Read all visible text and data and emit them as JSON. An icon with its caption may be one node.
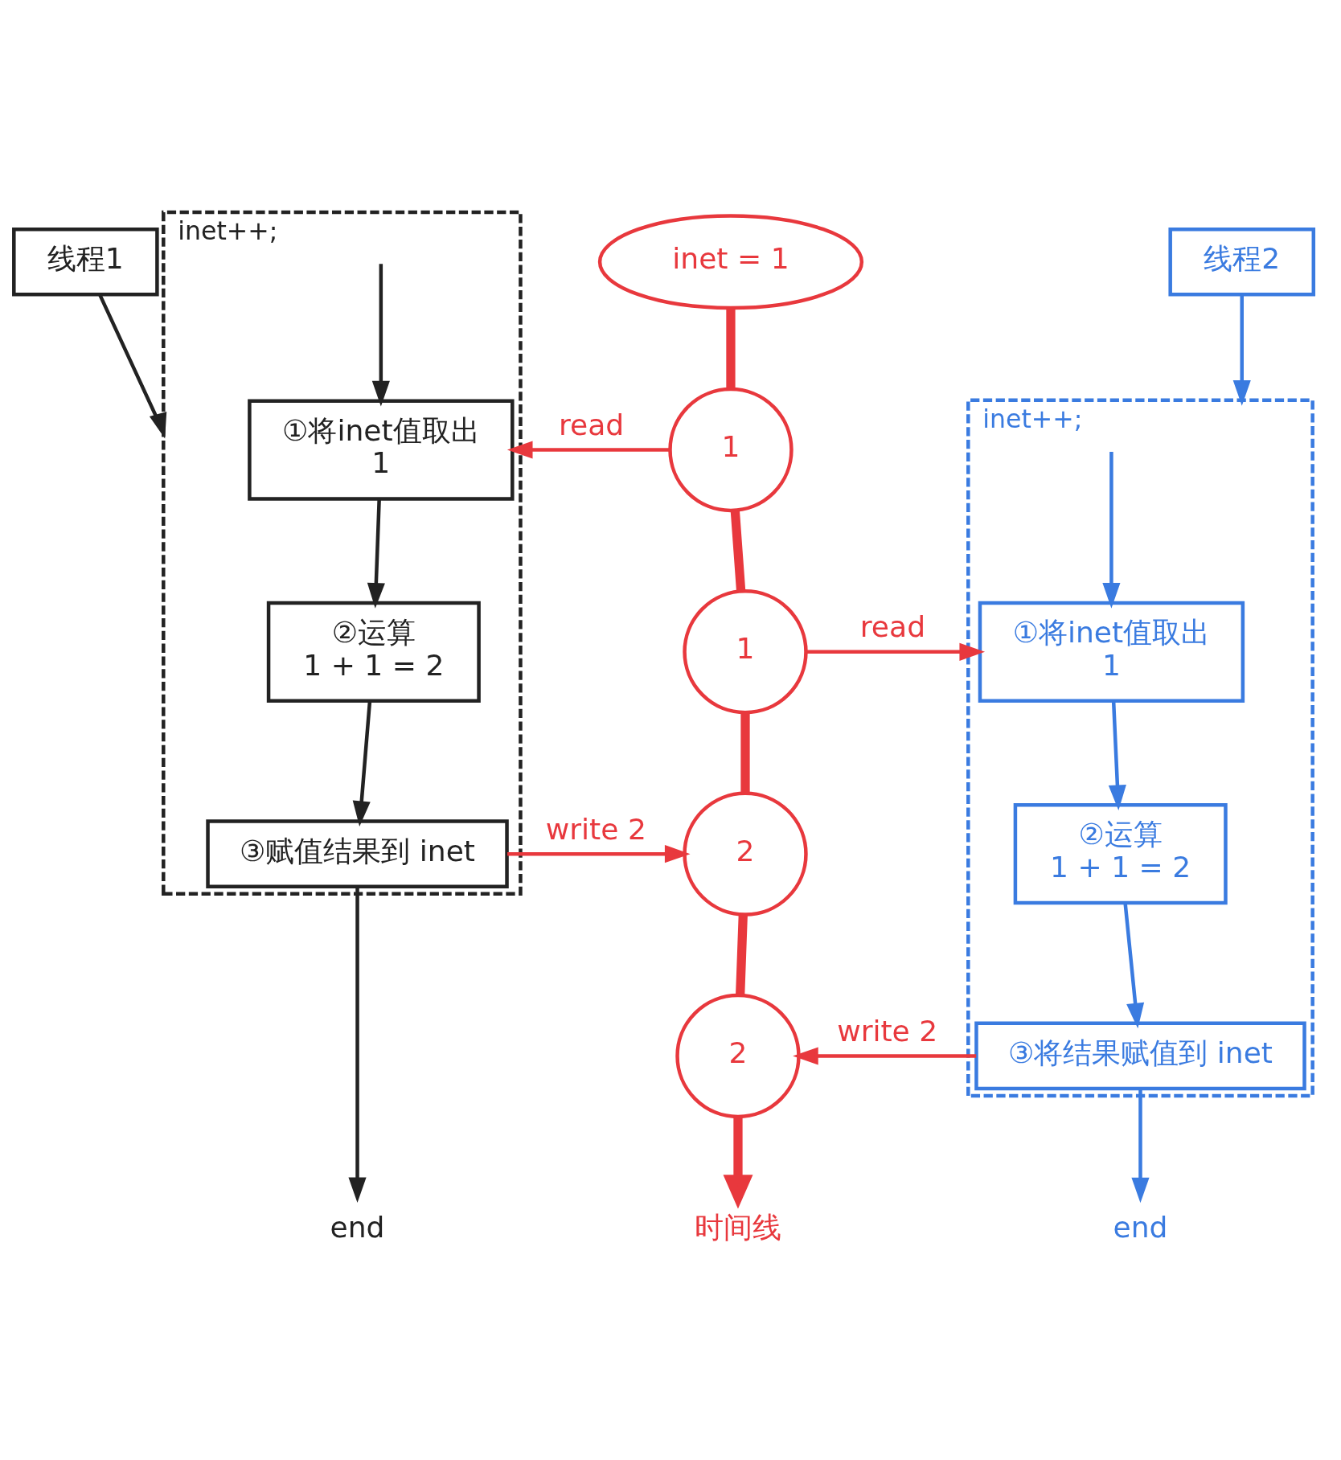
{
  "diagram": {
    "nodes": [
      {
        "text": [
          "inet = 1"
        ]
      },
      {
        "text": [
          "线程1"
        ]
      },
      {
        "text": [
          "inet++;"
        ]
      },
      {
        "text": [
          "①将inet值取出",
          "1"
        ],
        "in": 2
      },
      {
        "text": [
          "②运算",
          "1 + 1 = 2"
        ],
        "in": 2
      },
      {
        "text": [
          "③赋值结果到 inet"
        ],
        "in": 2
      },
      {
        "text": [
          "end"
        ]
      },
      {
        "text": [
          "线程2"
        ]
      },
      {
        "text": [
          "inet++;"
        ]
      },
      {
        "text": [
          "①将inet值取出",
          "1"
        ],
        "in": 8
      },
      {
        "text": [
          "②运算",
          "1 + 1 = 2"
        ],
        "in": 8
      },
      {
        "text": [
          "③将结果赋值到 inet"
        ],
        "in": 8
      },
      {
        "text": [
          "end"
        ]
      },
      {
        "text": [
          "1"
        ]
      },
      {
        "text": [
          "1"
        ]
      },
      {
        "text": [
          "2"
        ]
      },
      {
        "text": [
          "2"
        ]
      },
      {
        "text": [
          "时间线"
        ]
      }
    ],
    "edges": [
      {
        "from": 1,
        "to": 2,
        "arrow": "to",
        "color": "#222222"
      },
      {
        "from": null,
        "to": 3,
        "arrow": "to",
        "color": "#222222"
      },
      {
        "from": 3,
        "to": 4,
        "arrow": "to",
        "color": "#222222"
      },
      {
        "from": 4,
        "to": 5,
        "arrow": "to",
        "color": "#222222"
      },
      {
        "from": 5,
        "to": 6,
        "arrow": "to",
        "color": "#222222"
      },
      {
        "from": 7,
        "to": 8,
        "arrow": "to",
        "color": "#3a7be0"
      },
      {
        "from": null,
        "to": 9,
        "arrow": "to",
        "color": "#3a7be0"
      },
      {
        "from": 9,
        "to": 10,
        "arrow": "to",
        "color": "#3a7be0"
      },
      {
        "from": 10,
        "to": 11,
        "arrow": "to",
        "color": "#3a7be0"
      },
      {
        "from": 11,
        "to": 12,
        "arrow": "to",
        "color": "#3a7be0"
      },
      {
        "from": 0,
        "to": 13,
        "arrow": "none",
        "style": "thick"
      },
      {
        "from": 13,
        "to": 14,
        "arrow": "none",
        "style": "thick"
      },
      {
        "from": 14,
        "to": 15,
        "arrow": "none",
        "style": "thick"
      },
      {
        "from": 15,
        "to": 16,
        "arrow": "none",
        "style": "thick"
      },
      {
        "from": 16,
        "to": 17,
        "arrow": "to",
        "style": "thick"
      },
      {
        "from": 13,
        "to": 3,
        "arrow": "to",
        "label": "read"
      },
      {
        "from": 14,
        "to": 9,
        "arrow": "to",
        "label": "read"
      },
      {
        "from": 5,
        "to": 15,
        "arrow": "to",
        "label": "write 2"
      },
      {
        "from": 11,
        "to": 16,
        "arrow": "to",
        "label": "write 2"
      }
    ]
  }
}
